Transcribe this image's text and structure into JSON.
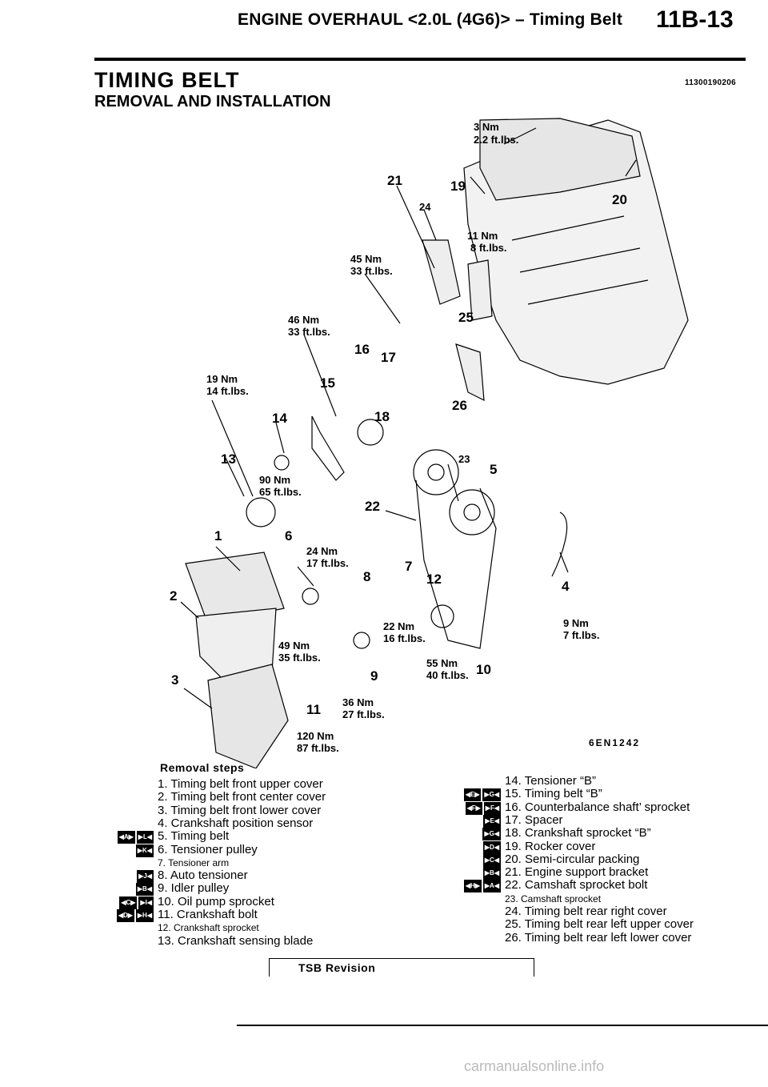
{
  "header": {
    "title": "ENGINE OVERHAUL <2.0L (4G6)> – Timing Belt",
    "page_number": "11B-13"
  },
  "section": {
    "title": "TIMING BELT",
    "code": "11300190206",
    "subtitle": "REMOVAL AND INSTALLATION"
  },
  "diagram": {
    "figure_code": "6EN1242",
    "part_numbers": [
      "1",
      "2",
      "3",
      "4",
      "5",
      "6",
      "7",
      "8",
      "9",
      "10",
      "11",
      "12",
      "13",
      "14",
      "15",
      "16",
      "17",
      "18",
      "19",
      "20",
      "21",
      "22",
      "23",
      "24",
      "25",
      "26"
    ],
    "torques": [
      {
        "nm": "3 Nm",
        "ft": "2.2 ft.lbs."
      },
      {
        "nm": "11 Nm",
        "ft": "8 ft.lbs."
      },
      {
        "nm": "45 Nm",
        "ft": "33 ft.lbs."
      },
      {
        "nm": "46 Nm",
        "ft": "33 ft.lbs."
      },
      {
        "nm": "19 Nm",
        "ft": "14 ft.lbs."
      },
      {
        "nm": "90 Nm",
        "ft": "65 ft.lbs."
      },
      {
        "nm": "24 Nm",
        "ft": "17 ft.lbs."
      },
      {
        "nm": "22 Nm",
        "ft": "16 ft.lbs."
      },
      {
        "nm": "49 Nm",
        "ft": "35 ft.lbs."
      },
      {
        "nm": "9 Nm",
        "ft": "7 ft.lbs."
      },
      {
        "nm": "55 Nm",
        "ft": "40 ft.lbs."
      },
      {
        "nm": "36 Nm",
        "ft": "27 ft.lbs."
      },
      {
        "nm": "120 Nm",
        "ft": "87 ft.lbs."
      }
    ]
  },
  "removal_steps": {
    "title": "Removal steps",
    "left": [
      {
        "icons": "",
        "text": "1. Timing belt front upper cover"
      },
      {
        "icons": "",
        "text": "2. Timing belt front center cover"
      },
      {
        "icons": "",
        "text": "3. Timing belt front lower cover"
      },
      {
        "icons": "",
        "text": "4. Crankshaft position sensor"
      },
      {
        "icons": "A L",
        "text": "5. Timing belt"
      },
      {
        "icons": "K",
        "text": "6. Tensioner pulley"
      },
      {
        "icons": "",
        "text": "7. Tensioner arm"
      },
      {
        "icons": "J",
        "text": "8. Auto tensioner"
      },
      {
        "icons": "B",
        "text": "9. Idler pulley"
      },
      {
        "icons": "C I",
        "text": "10. Oil pump sprocket"
      },
      {
        "icons": "D H",
        "text": "11. Crankshaft bolt"
      },
      {
        "icons": "",
        "text": "12. Crankshaft sprocket"
      },
      {
        "icons": "",
        "text": "13. Crankshaft sensing blade"
      }
    ],
    "right": [
      {
        "icons": "",
        "text": "14. Tensioner “B”"
      },
      {
        "icons": "E G",
        "text": "15. Timing belt “B”"
      },
      {
        "icons": "F F",
        "text": "16. Counterbalance shaft’ sprocket"
      },
      {
        "icons": "E",
        "text": "17. Spacer"
      },
      {
        "icons": "G",
        "text": "18. Crankshaft sprocket “B”"
      },
      {
        "icons": "D",
        "text": "19. Rocker cover"
      },
      {
        "icons": "C",
        "text": "20. Semi-circular packing"
      },
      {
        "icons": "B",
        "text": "21. Engine support bracket"
      },
      {
        "icons": "H A",
        "text": "22. Camshaft sprocket bolt"
      },
      {
        "icons": "",
        "text": "23. Camshaft sprocket"
      },
      {
        "icons": "",
        "text": "24. Timing belt rear right cover"
      },
      {
        "icons": "",
        "text": "25. Timing belt rear left upper cover"
      },
      {
        "icons": "",
        "text": "26. Timing belt rear left lower cover"
      }
    ]
  },
  "footer": {
    "revision_label": "TSB Revision",
    "watermark": "carmanualsonline.info"
  }
}
